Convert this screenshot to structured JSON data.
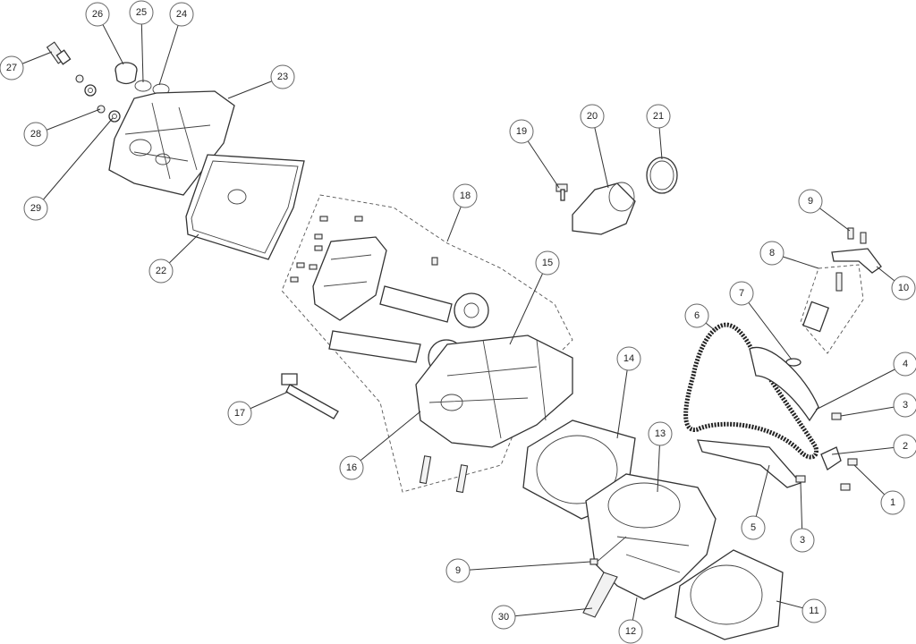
{
  "diagram": {
    "title": "Cylinder head exploded view",
    "callouts": [
      "26",
      "25",
      "24",
      "27",
      "23",
      "28",
      "29",
      "22",
      "18",
      "19",
      "20",
      "21",
      "9",
      "8",
      "10",
      "7",
      "6",
      "15",
      "4",
      "3",
      "14",
      "17",
      "13",
      "16",
      "2",
      "1",
      "5",
      "3",
      "9",
      "30",
      "12",
      "11"
    ]
  }
}
